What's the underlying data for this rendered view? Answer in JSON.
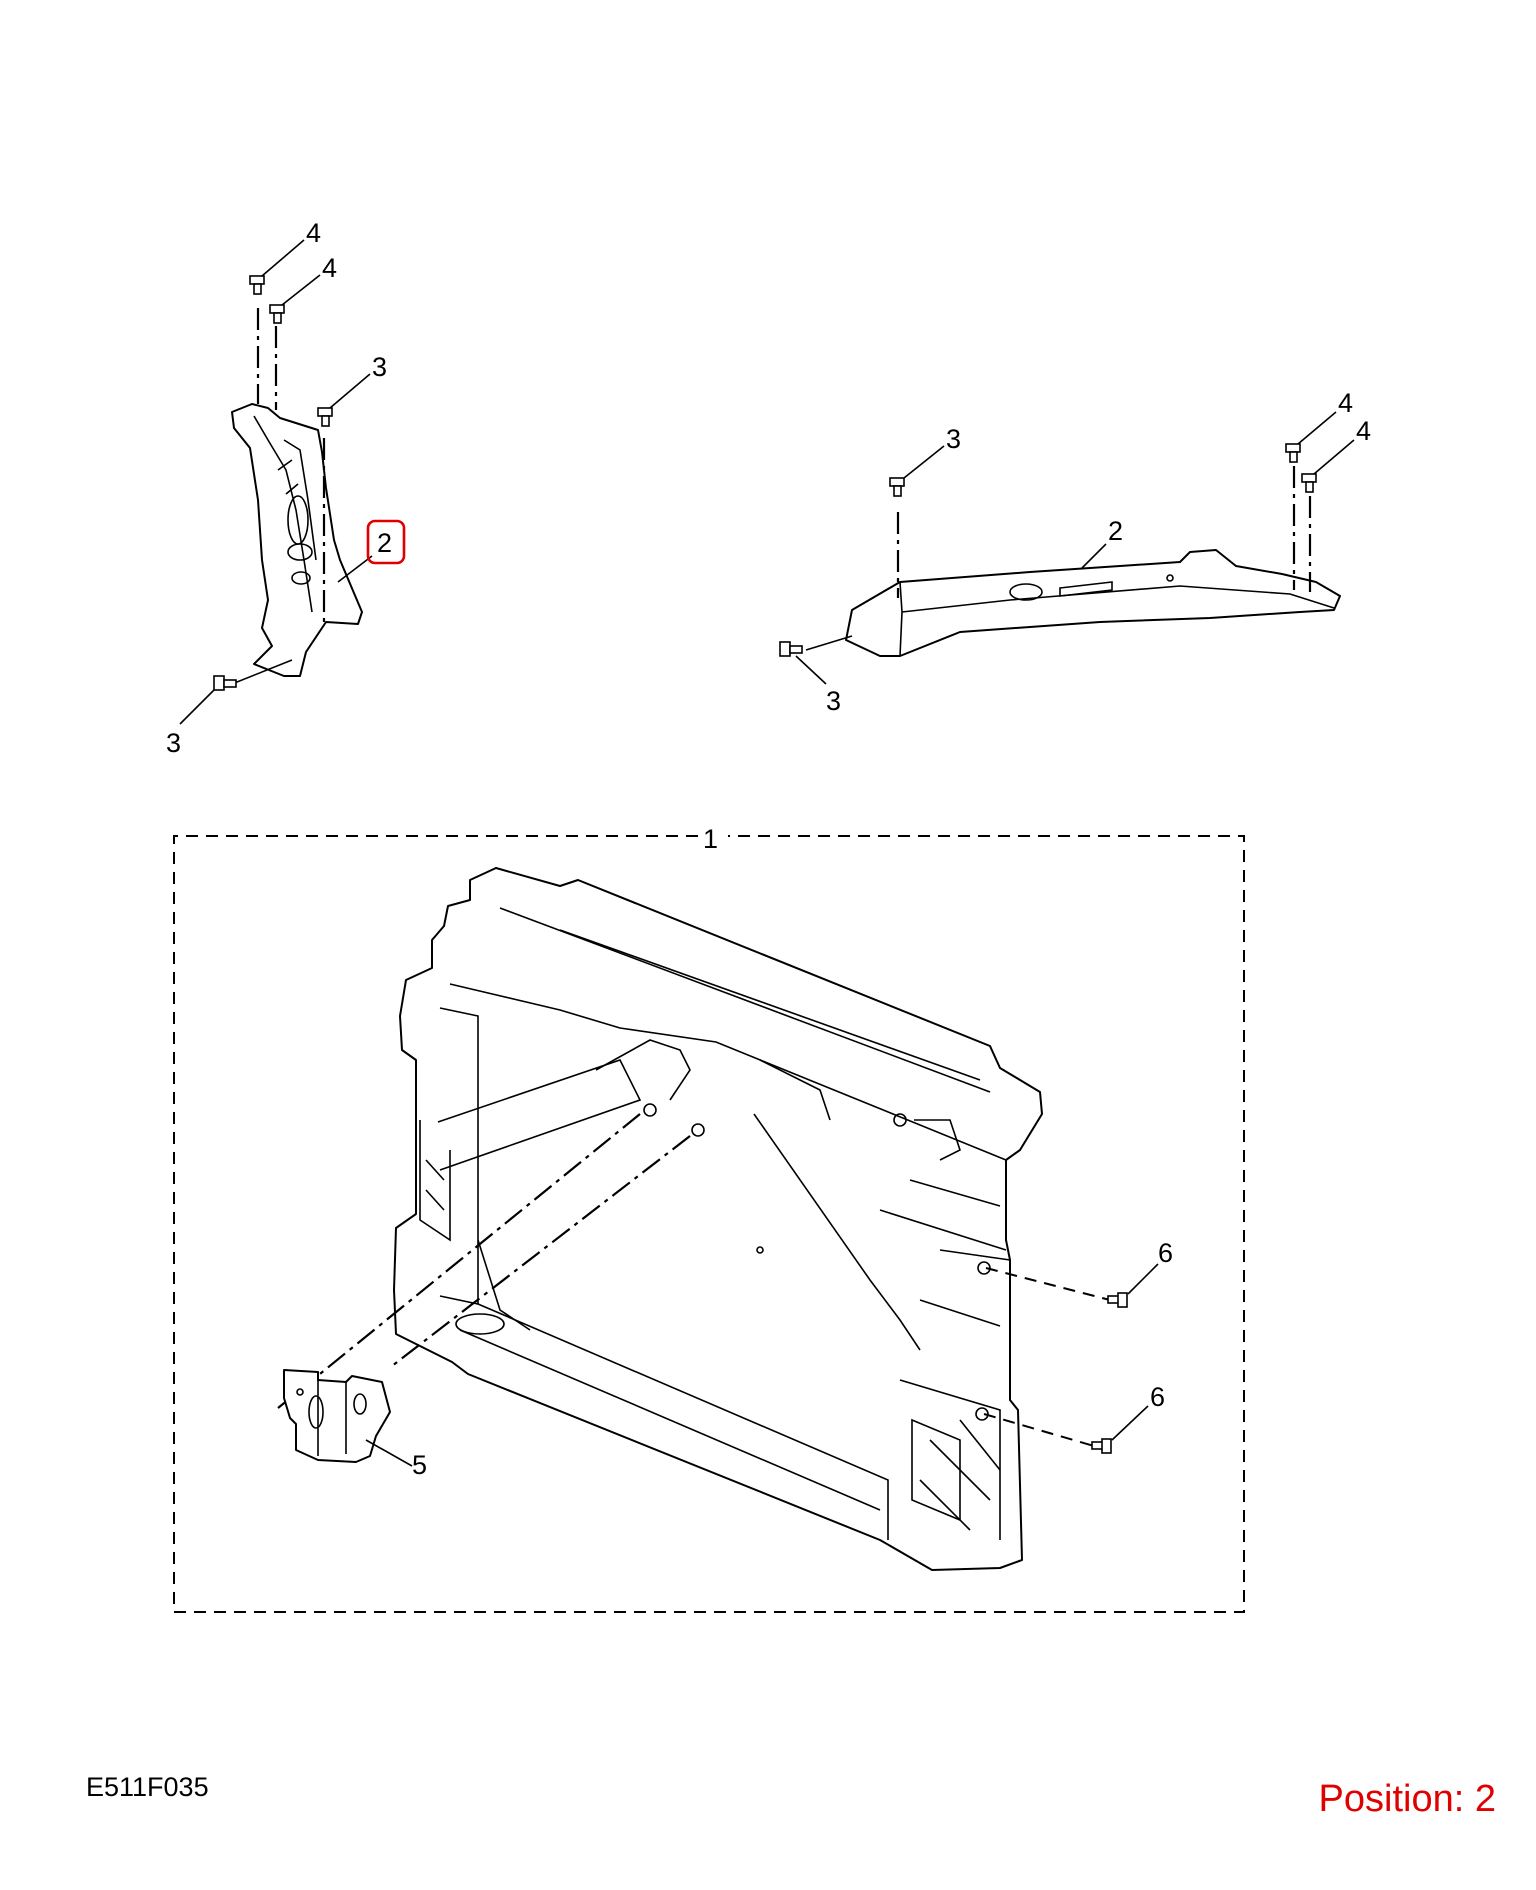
{
  "drawing_code": "E511F035",
  "position_label": "Position: 2",
  "highlight_color": "#e00000",
  "callouts": {
    "frame": "1",
    "upright_support": "2",
    "cross_support": "2",
    "bolt_3a": "3",
    "bolt_3b": "3",
    "bolt_3c": "3",
    "bolt_3d": "3",
    "bolt_4a": "4",
    "bolt_4b": "4",
    "bolt_4c": "4",
    "bolt_4d": "4",
    "bracket": "5",
    "bolt_6a": "6",
    "bolt_6b": "6"
  }
}
